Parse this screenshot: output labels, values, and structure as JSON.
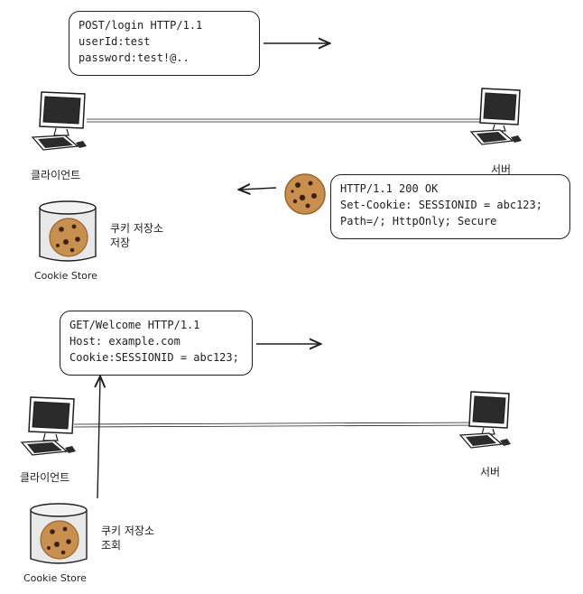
{
  "scene1": {
    "request": [
      "POST/login HTTP/1.1",
      "userId:test",
      "password:test!@.."
    ],
    "client_label": "클라이언트",
    "server_label": "서버",
    "response": [
      "HTTP/1.1 200 OK",
      "Set-Cookie: SESSIONID = abc123;",
      "Path=/; HttpOnly; Secure"
    ],
    "store_note": [
      "쿠키 저장소",
      "저장"
    ],
    "store_label": "Cookie Store"
  },
  "scene2": {
    "request": [
      "GET/Welcome HTTP/1.1",
      "Host: example.com",
      "Cookie:SESSIONID = abc123;"
    ],
    "client_label": "클라이언트",
    "server_label": "서버",
    "store_note": [
      "쿠키 저장소",
      "조회"
    ],
    "store_label": "Cookie Store"
  }
}
